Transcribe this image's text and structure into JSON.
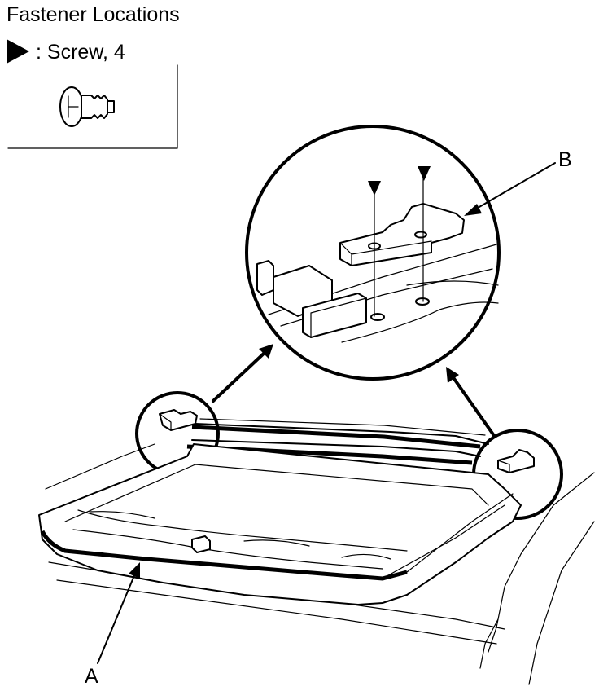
{
  "header": {
    "title": "Fastener Locations"
  },
  "legend": {
    "screw_label": ": Screw, 4",
    "symbol_icon": "triangle-marker-icon",
    "fastener_icon": "screw-icon"
  },
  "callouts": {
    "label_a": "A",
    "label_b": "B"
  }
}
